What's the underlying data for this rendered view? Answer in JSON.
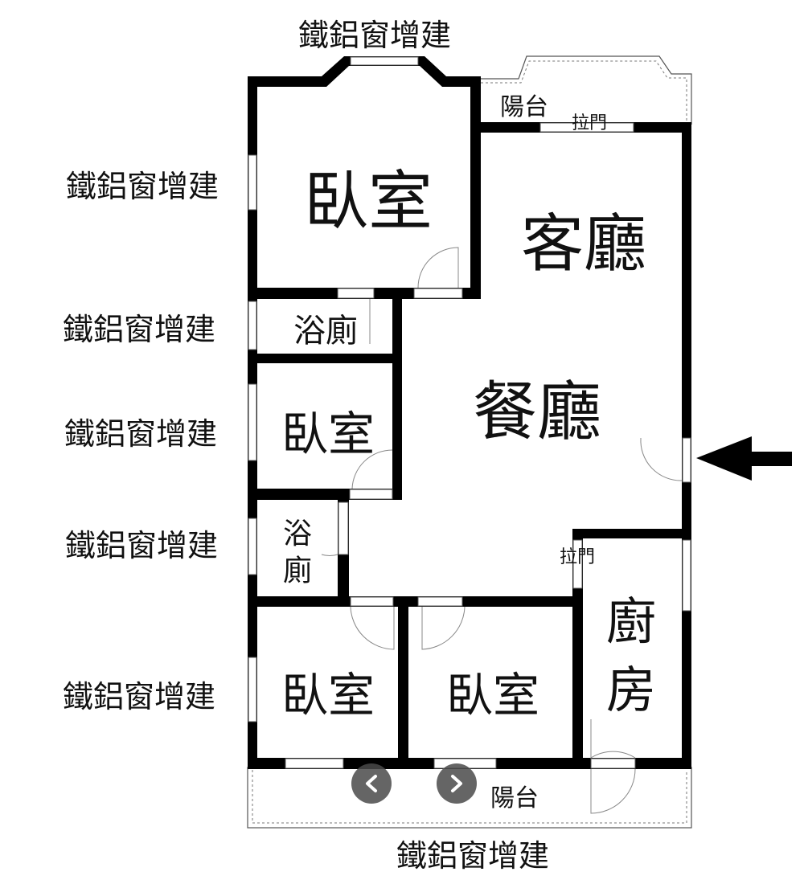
{
  "window_label": "鐵鋁窗增建",
  "rooms": {
    "bedroom_top": "臥室",
    "living_room": "客廳",
    "dining_room": "餐廳",
    "bathroom_1": "浴廁",
    "bedroom_mid": "臥室",
    "bathroom_2_line1": "浴",
    "bathroom_2_line2": "廁",
    "bedroom_bottom_left": "臥室",
    "bedroom_bottom_mid": "臥室",
    "kitchen_line1": "廚",
    "kitchen_line2": "房",
    "balcony_top": "陽台",
    "balcony_bottom": "陽台"
  },
  "sliding_door_label": "拉門",
  "icons": {
    "entrance": "arrow-left-icon",
    "prev": "chevron-left-icon",
    "next": "chevron-right-icon"
  }
}
